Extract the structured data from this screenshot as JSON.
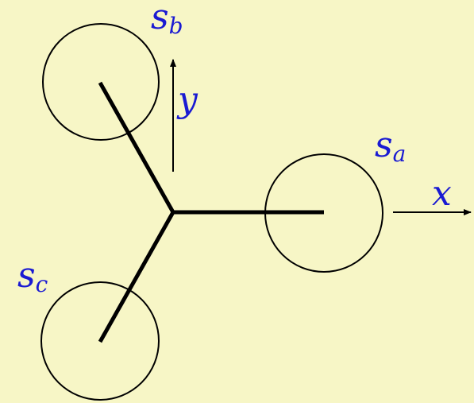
{
  "diagram": {
    "background_color": "#f7f6c6",
    "line_color": "#000000",
    "label_color": "#1a1ad2",
    "labels": {
      "sa": {
        "base": "s",
        "sub": "a"
      },
      "sb": {
        "base": "s",
        "sub": "b"
      },
      "sc": {
        "base": "s",
        "sub": "c"
      }
    },
    "axes": {
      "x_label": "x",
      "y_label": "y"
    }
  }
}
